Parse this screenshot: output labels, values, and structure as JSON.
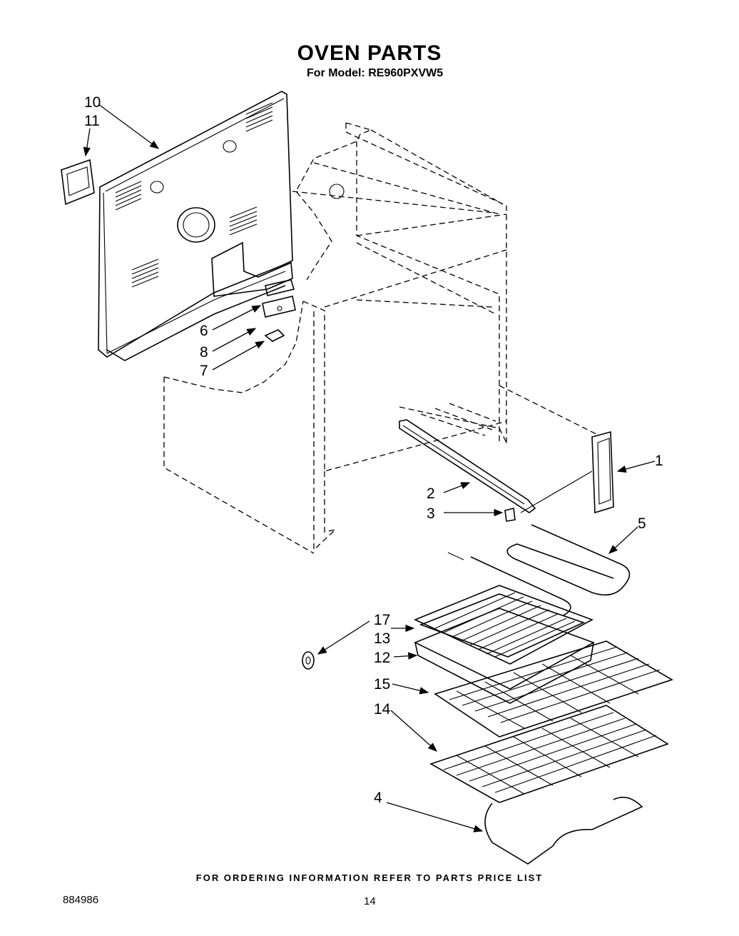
{
  "header": {
    "title": "OVEN PARTS",
    "subtitle": "For Model: RE960PXVW5"
  },
  "footer": {
    "note": "FOR ORDERING INFORMATION REFER TO PARTS PRICE LIST",
    "doc_number": "884986",
    "page_number": "14"
  },
  "callouts": {
    "c1": "1",
    "c2": "2",
    "c3": "3",
    "c4": "4",
    "c5": "5",
    "c6": "6",
    "c7": "7",
    "c8": "8",
    "c10": "10",
    "c11": "11",
    "c12": "12",
    "c13": "13",
    "c14": "14",
    "c15": "15",
    "c17": "17"
  }
}
